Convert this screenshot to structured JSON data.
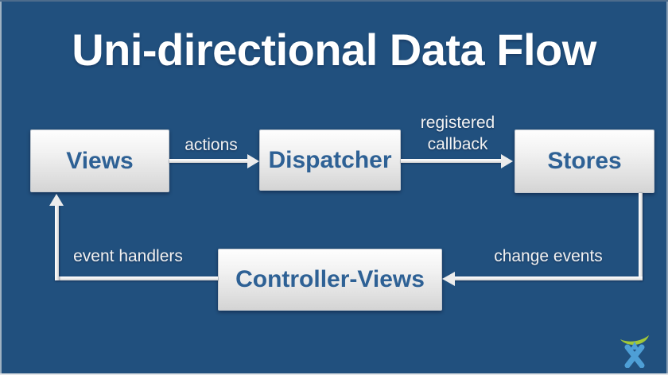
{
  "title": "Uni-directional Data Flow",
  "nodes": {
    "views": {
      "label": "Views"
    },
    "dispatcher": {
      "label": "Dispatcher"
    },
    "stores": {
      "label": "Stores"
    },
    "controller_views": {
      "label": "Controller-Views"
    }
  },
  "edges": {
    "views_to_dispatcher": {
      "label": "actions",
      "direction": "right"
    },
    "dispatcher_to_stores": {
      "label": "registered callback",
      "direction": "right"
    },
    "stores_to_controller_views": {
      "label": "change events",
      "direction": "down-then-left"
    },
    "controller_views_to_views": {
      "label": "event handlers",
      "direction": "left-then-up"
    }
  },
  "logo": {
    "name": "atlassian-logo",
    "arc_color": "#a2c837",
    "figure_color": "#4e9fd6"
  },
  "colors": {
    "background": "#21507e",
    "title_text": "#ffffff",
    "node_text": "#2e6195",
    "edge_label_text": "#f2f2f2",
    "arrow": "#ececec"
  }
}
